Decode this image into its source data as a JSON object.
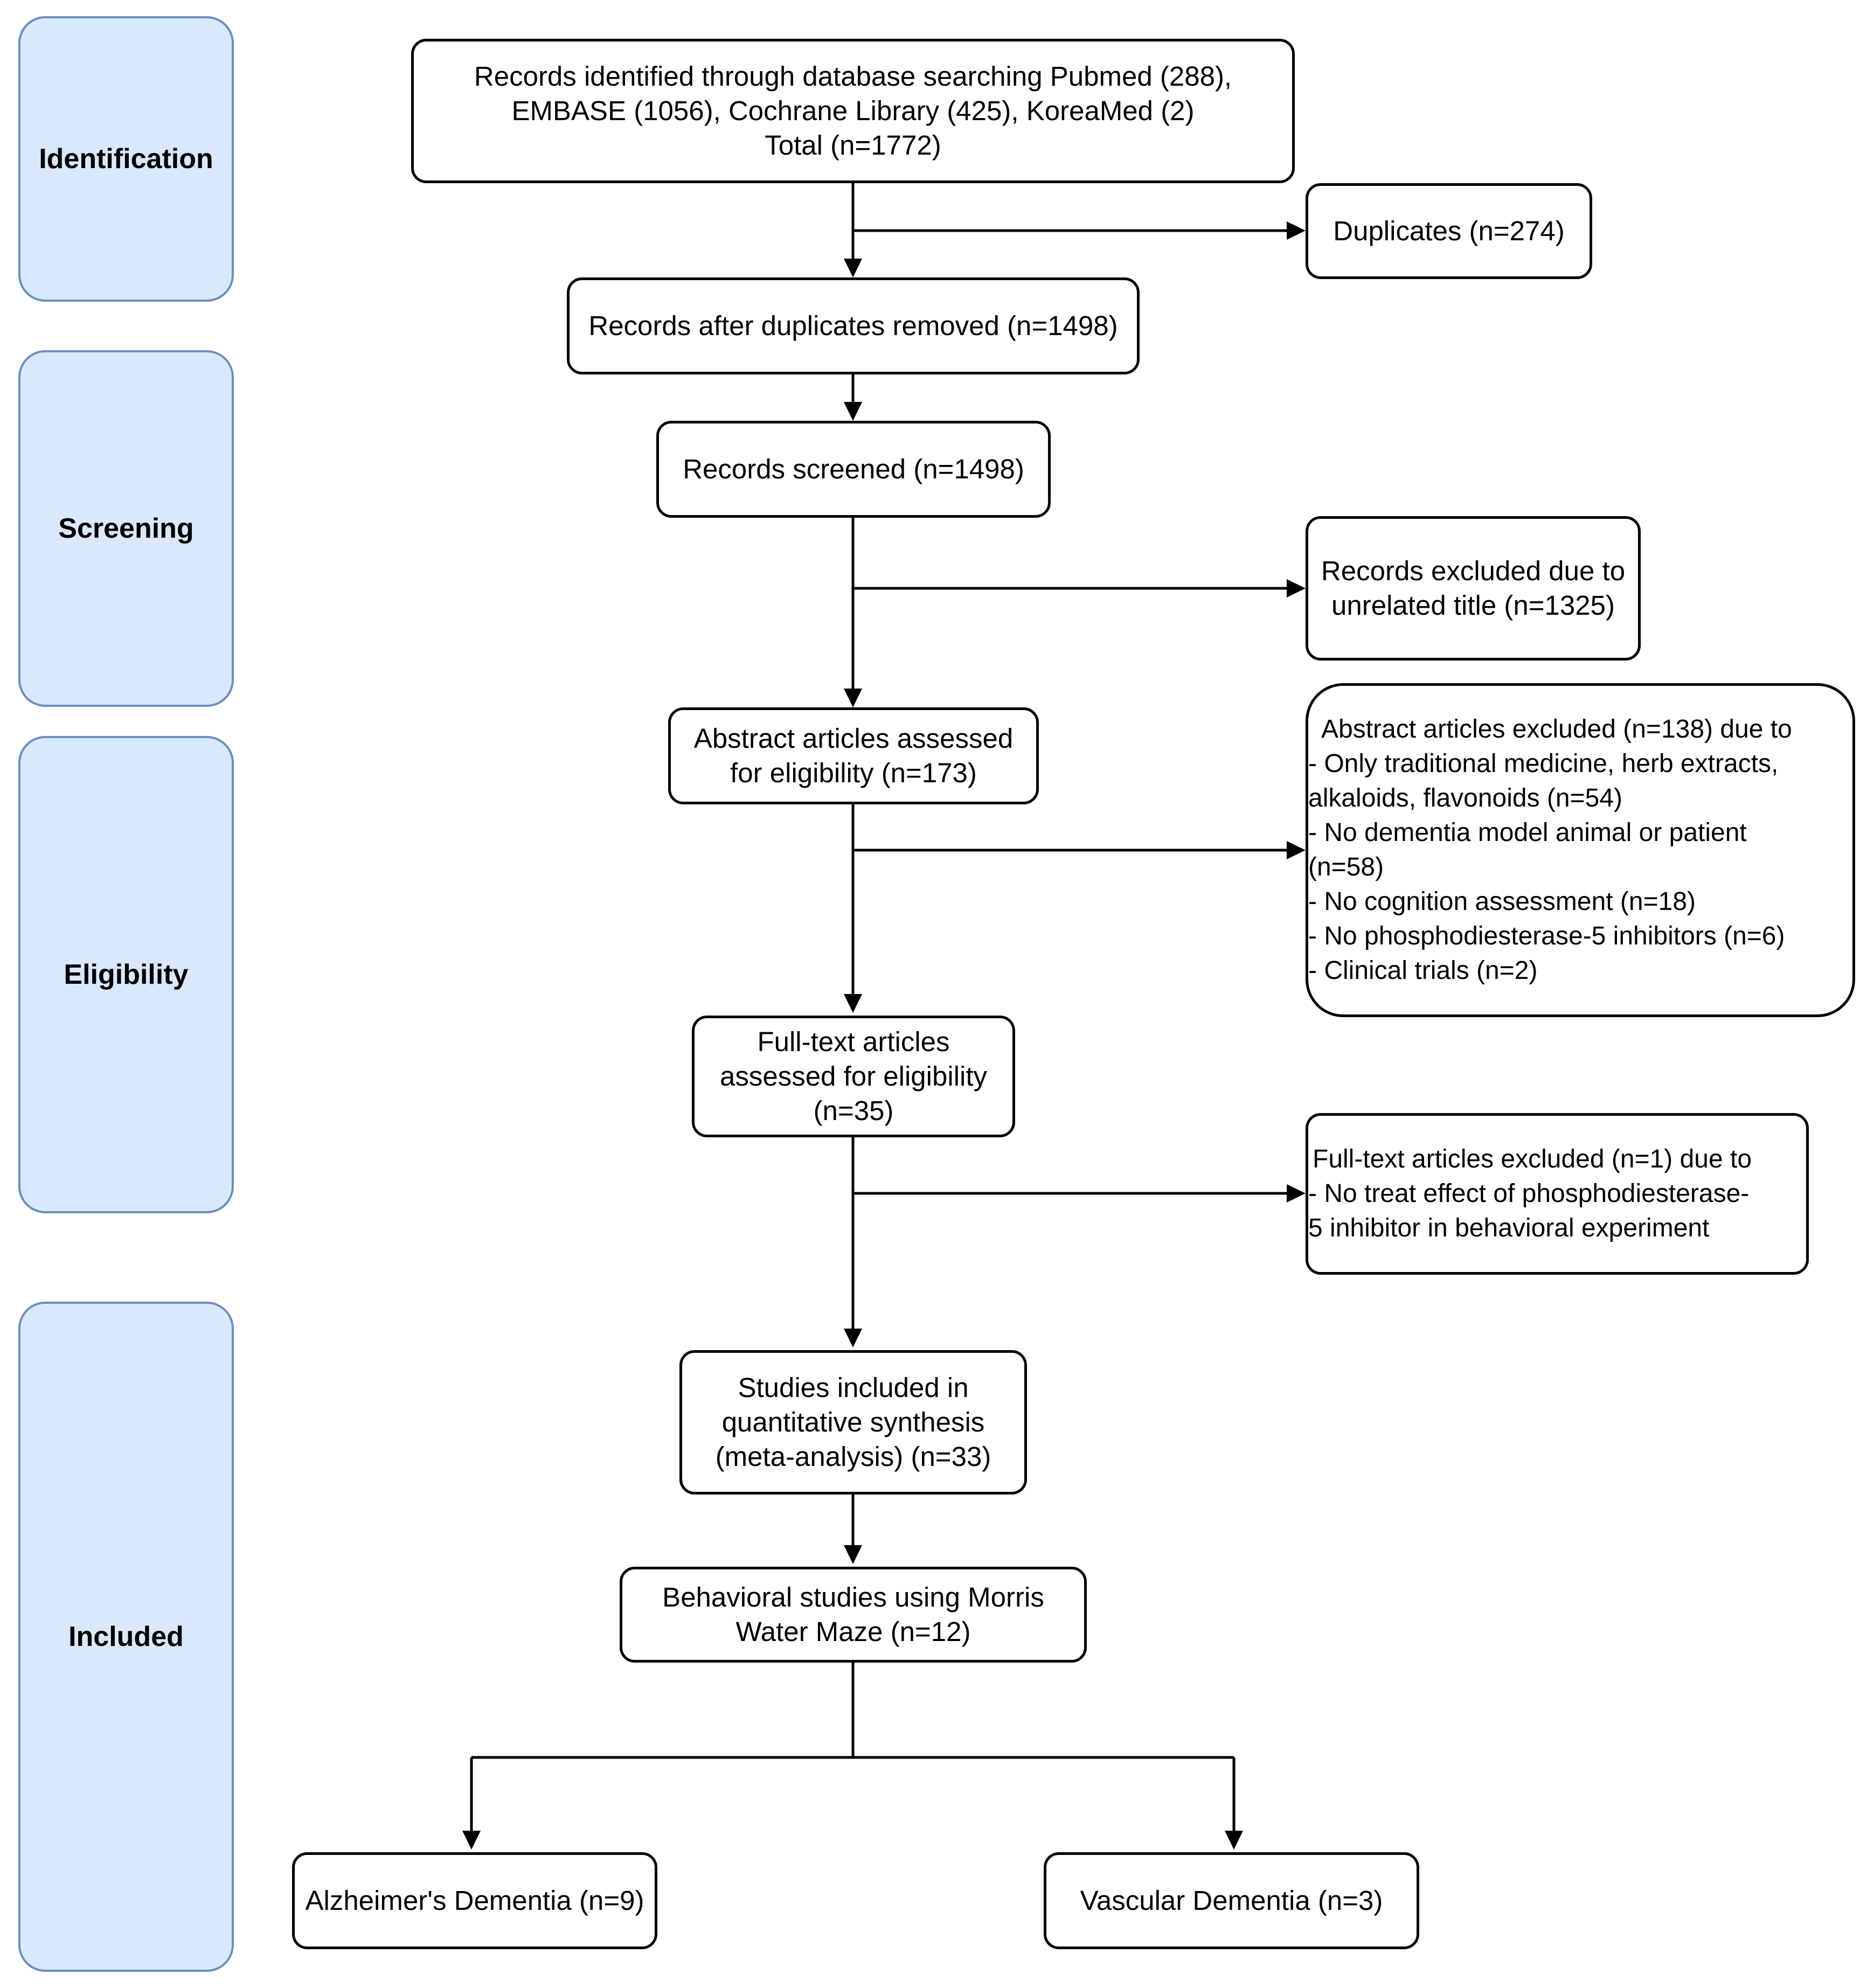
{
  "stages": {
    "identification": "Identification",
    "screening": "Screening",
    "eligibility": "Eligibility",
    "included": "Included"
  },
  "boxes": {
    "identified": [
      "Records identified through database searching Pubmed (288),",
      "EMBASE (1056), Cochrane Library (425), KoreaMed (2)",
      "Total (n=1772)"
    ],
    "duplicates": [
      "Duplicates (n=274)"
    ],
    "after_duplicates": [
      "Records after duplicates removed (n=1498)"
    ],
    "screened": [
      "Records screened (n=1498)"
    ],
    "excluded_title": [
      "Records excluded due to",
      "unrelated title (n=1325)"
    ],
    "abstract_assessed": [
      "Abstract articles assessed",
      "for eligibility (n=173)"
    ],
    "abstract_excluded": [
      "Abstract articles excluded (n=138) due to",
      "- Only traditional medicine, herb extracts,",
      "alkaloids, flavonoids (n=54)",
      "- No dementia model animal or patient",
      "(n=58)",
      "- No cognition assessment (n=18)",
      "- No phosphodiesterase-5 inhibitors (n=6)",
      "- Clinical trials (n=2)"
    ],
    "fulltext_assessed": [
      "Full-text articles",
      "assessed for eligibility",
      "(n=35)"
    ],
    "fulltext_excluded": [
      "Full-text articles excluded (n=1) due to",
      "- No treat effect of phosphodiesterase-",
      "5 inhibitor in behavioral experiment"
    ],
    "included_studies": [
      "Studies included in",
      "quantitative synthesis",
      "(meta-analysis) (n=33)"
    ],
    "behavioral": [
      "Behavioral studies using Morris",
      "Water Maze (n=12)"
    ],
    "alzheimers": [
      "Alzheimer's Dementia (n=9)"
    ],
    "vascular": [
      "Vascular Dementia (n=3)"
    ]
  }
}
